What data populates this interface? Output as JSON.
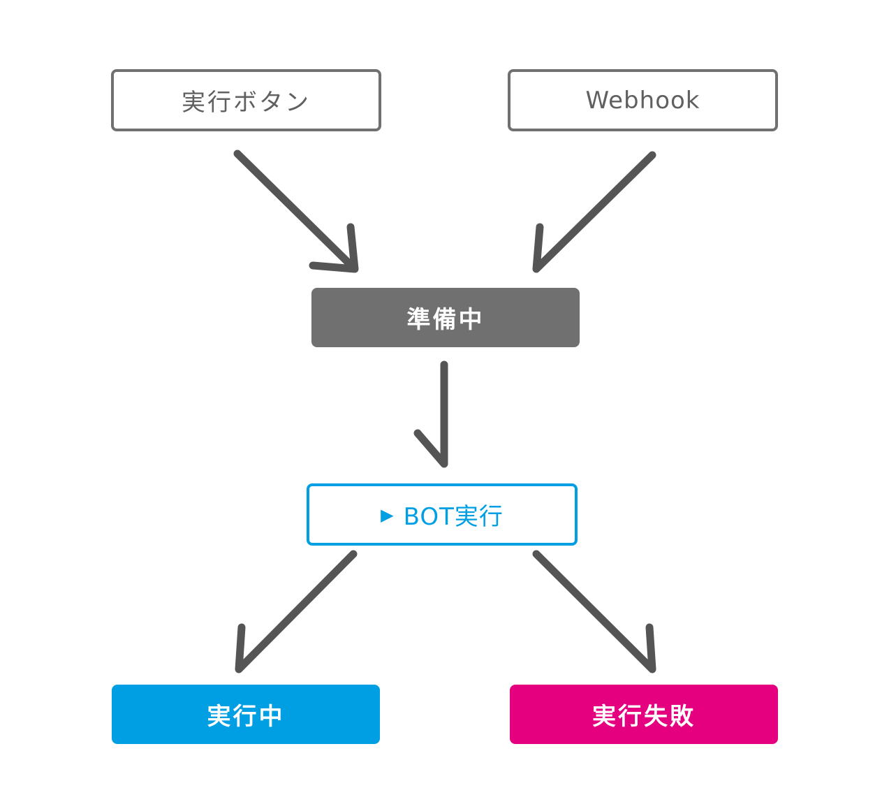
{
  "nodes": {
    "exec_button": "実行ボタン",
    "webhook": "Webhook",
    "preparing": "準備中",
    "bot_exec": "BOT実行",
    "bot_exec_icon": "▶",
    "running": "実行中",
    "failed": "実行失敗"
  },
  "colors": {
    "gray_outline": "#707070",
    "gray_fill": "#707070",
    "arrow": "#555555",
    "blue": "#009fe3",
    "magenta": "#e4007f"
  }
}
